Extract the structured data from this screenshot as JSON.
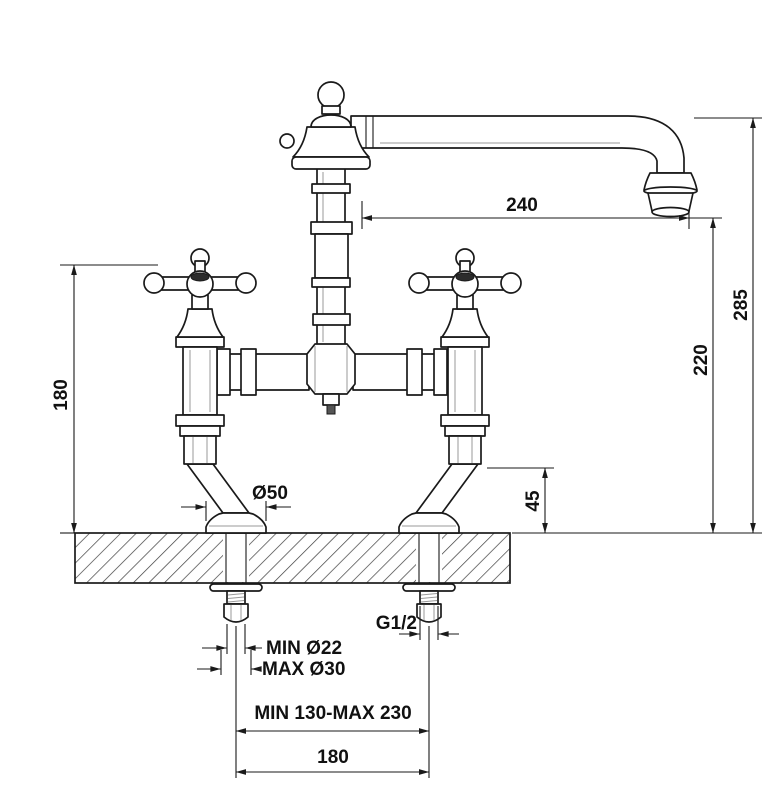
{
  "diagram": {
    "name": "bridge-kitchen-faucet-dimension-drawing",
    "dims": {
      "spout_reach": "240",
      "overall_height": "285",
      "outlet_height": "220",
      "left_height": "180",
      "base_diameter": "Ø50",
      "deck_offset": "45",
      "thread": "G1/2",
      "hole_min": "MIN Ø22",
      "hole_max": "MAX Ø30",
      "centers_range": "MIN 130-MAX 230",
      "centers": "180"
    },
    "colors": {
      "line": "#1a1a1a",
      "hatch": "#3c3c3c",
      "background": "#ffffff",
      "dark_accent": "#2b2b2b"
    }
  }
}
